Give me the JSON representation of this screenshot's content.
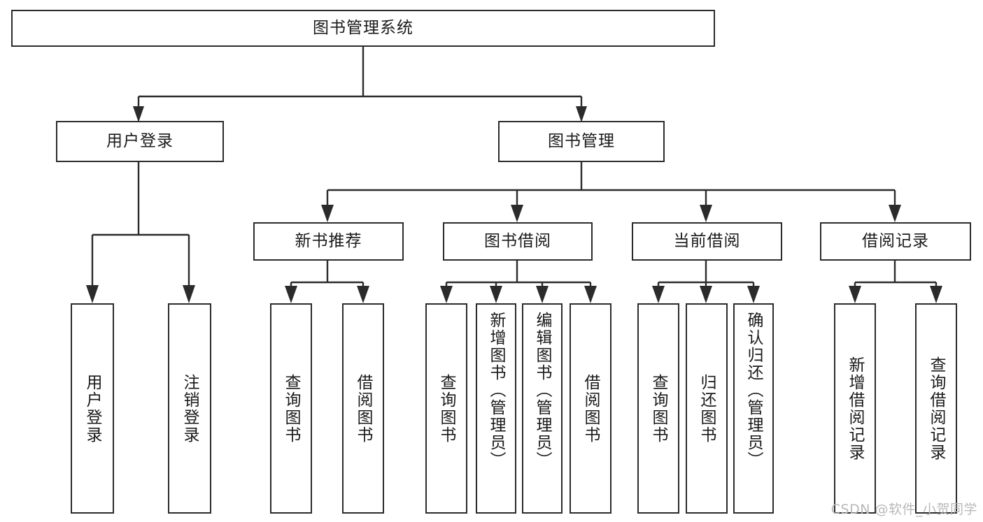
{
  "diagram": {
    "title": "图书管理系统",
    "type": "tree-hierarchy-diagram",
    "theme": {
      "background": "#ffffff",
      "stroke": "#2b2b2b",
      "text": "#1a1a1a",
      "watermark": "#b9b9b9"
    },
    "root": {
      "label": "图书管理系统"
    },
    "level1": [
      {
        "label": "用户登录"
      },
      {
        "label": "图书管理"
      }
    ],
    "level2": [
      {
        "label": "新书推荐"
      },
      {
        "label": "图书借阅"
      },
      {
        "label": "当前借阅"
      },
      {
        "label": "借阅记录"
      }
    ],
    "leaves": {
      "user_login": [
        {
          "label": "用户登录"
        },
        {
          "label": "注销登录"
        }
      ],
      "new_book": [
        {
          "label": "查询图书"
        },
        {
          "label": "借阅图书"
        }
      ],
      "borrow_book": [
        {
          "label": "查询图书"
        },
        {
          "label": "新增图书（管理员）"
        },
        {
          "label": "编辑图书（管理员）"
        },
        {
          "label": "借阅图书"
        }
      ],
      "current_borrow": [
        {
          "label": "查询图书"
        },
        {
          "label": "归还图书"
        },
        {
          "label": "确认归还（管理员）"
        }
      ],
      "borrow_record": [
        {
          "label": "新增借阅记录"
        },
        {
          "label": "查询借阅记录"
        }
      ]
    },
    "watermark": "CSDN @软件_小贺同学"
  }
}
